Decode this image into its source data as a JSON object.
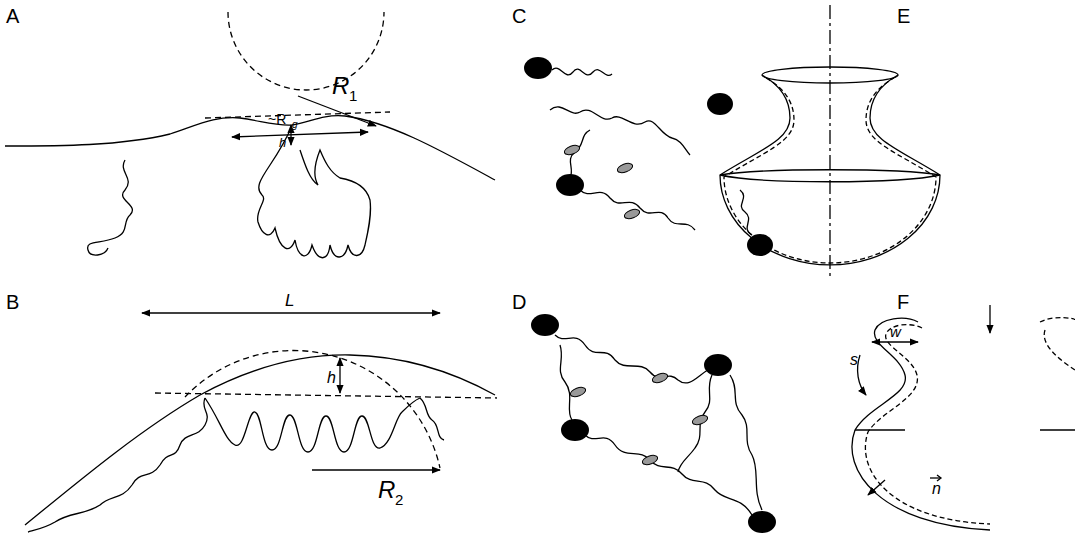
{
  "diagram": {
    "labels": [
      "A",
      "B",
      "C",
      "D",
      "E",
      "F",
      "R",
      "1",
      "~R",
      "g",
      "h",
      "h",
      "L",
      "R",
      "2",
      "w",
      "s",
      "n"
    ]
  }
}
